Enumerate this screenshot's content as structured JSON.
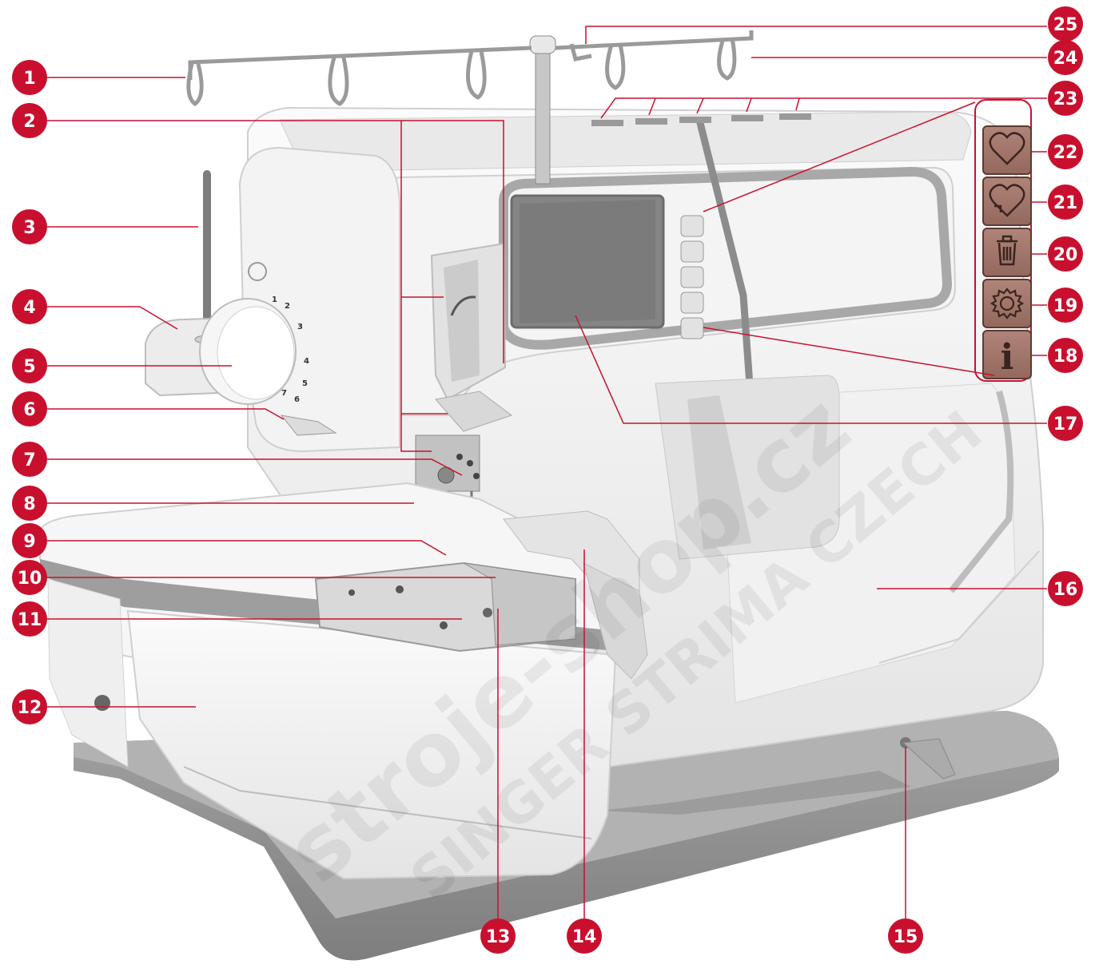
{
  "colors": {
    "callout": "#c8102e",
    "leader": "#c8102e",
    "button_fill": "#a0756a",
    "button_border": "#5a3b33",
    "machine_light": "#f2f2f2",
    "machine_mid": "#dadada",
    "machine_dark": "#9a9a9a",
    "base": "#8e8e8e",
    "screen": "#858585"
  },
  "callouts": [
    "1",
    "2",
    "3",
    "4",
    "5",
    "6",
    "7",
    "8",
    "9",
    "10",
    "11",
    "12",
    "13",
    "14",
    "15",
    "16",
    "17",
    "18",
    "19",
    "20",
    "21",
    "22",
    "23",
    "24",
    "25"
  ],
  "dial_numbers": [
    "1",
    "2",
    "3",
    "4",
    "5",
    "6",
    "7"
  ],
  "side_buttons": [
    {
      "number": "22",
      "icon": "heart-icon"
    },
    {
      "number": "21",
      "icon": "heart-recall-icon"
    },
    {
      "number": "20",
      "icon": "trash-icon"
    },
    {
      "number": "19",
      "icon": "gear-icon"
    },
    {
      "number": "18",
      "icon": "info-icon"
    }
  ],
  "info_glyph": "i",
  "watermark": {
    "line1": "stroje-shop.cz",
    "line2": "SINGER STRIMA CZECH"
  }
}
